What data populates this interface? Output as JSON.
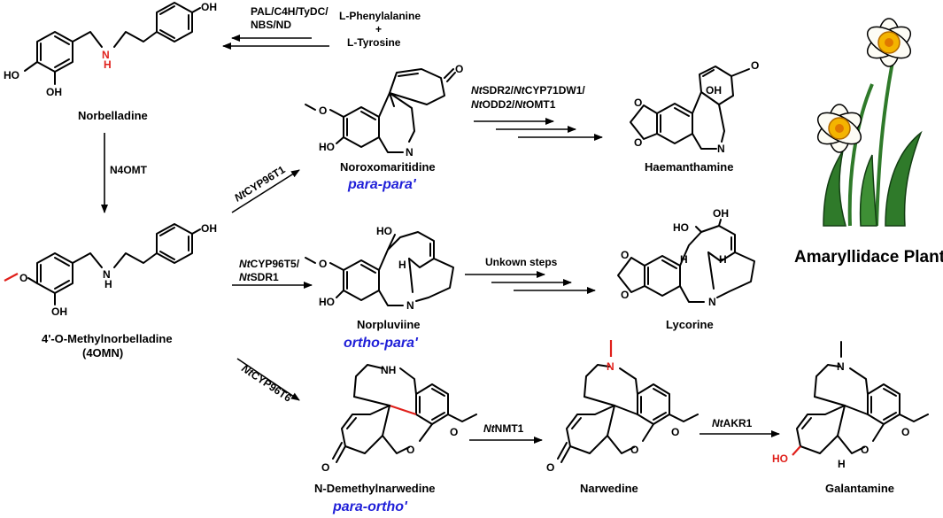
{
  "compounds": {
    "norbelladine": "Norbelladine",
    "methylnorbelladine": "4'-O-Methylnorbelladine",
    "methylnorbelladine_abbr": "(4OMN)",
    "noroxomaritidine": "Noroxomaritidine",
    "haemanthamine": "Haemanthamine",
    "norpluviine": "Norpluviine",
    "lycorine": "Lycorine",
    "demethylnarwedine": "N-Demethylnarwedine",
    "narwedine": "Narwedine",
    "galantamine": "Galantamine"
  },
  "precursors": {
    "phenylalanine": "L-Phenylalanine",
    "plus": "+",
    "tyrosine": "L-Tyrosine"
  },
  "enzymes": {
    "first_line1": "PAL/C4H/TyDC/",
    "first_line2": "NBS/ND",
    "n4omt": "N4OMT",
    "cyp96t1_prefix": "Nt",
    "cyp96t1": "CYP96T1",
    "cyp96t5_prefix": "Nt",
    "cyp96t5": "CYP96T5/",
    "sdr1_prefix": "Nt",
    "sdr1": "SDR1",
    "cyp96t6_prefix": "Nt",
    "cyp96t6": "CYP96T6",
    "haem_l1a": "Nt",
    "haem_l1b": "SDR2/",
    "haem_l1c": "Nt",
    "haem_l1d": "CYP71DW1/",
    "haem_l2a": "Nt",
    "haem_l2b": "ODD2/",
    "haem_l2c": "Nt",
    "haem_l2d": "OMT1",
    "unknown": "Unkown steps",
    "nmt1_prefix": "Nt",
    "nmt1": "NMT1",
    "akr1_prefix": "Nt",
    "akr1": "AKR1"
  },
  "coupling": {
    "para_para": "para-para'",
    "ortho_para": "ortho-para'",
    "para_ortho": "para-ortho'"
  },
  "atoms": {
    "oh": "OH",
    "ho": "HO",
    "h": "H",
    "n": "N",
    "o": "O",
    "nh": "NH"
  },
  "plant": {
    "label": "Amaryllidace Plant"
  },
  "colors": {
    "mode_blue": "#1f1fd8",
    "highlight_red": "#e0201b",
    "petal": "#fdfcf5",
    "corona": "#f4b400",
    "leaf": "#2f7a2a"
  }
}
